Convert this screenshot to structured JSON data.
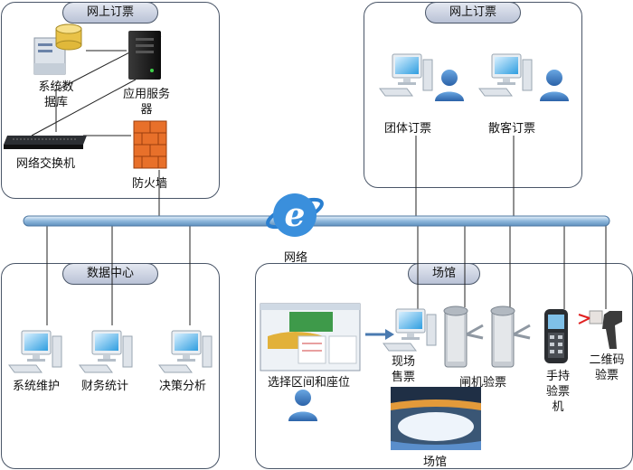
{
  "panels": {
    "online_left": {
      "title": "网上订票"
    },
    "online_right": {
      "title": "网上订票"
    },
    "data_center": {
      "title": "数据中心"
    },
    "venue": {
      "title": "场馆"
    }
  },
  "nodes": {
    "system_db": "系统数\n据库",
    "app_server": "应用服务\n器",
    "switch": "网络交换机",
    "firewall": "防火墙",
    "group_booking": "团体订票",
    "individual_booking": "散客订票",
    "network": "网络",
    "sys_maintenance": "系统维护",
    "finance_stats": "财务统计",
    "decision_analysis": "决策分析",
    "select_seat": "选择区间和座位",
    "onsite_sales": "现场\n售票",
    "gate_check": "闸机验票",
    "handheld_check": "手持\n验票\n机",
    "qr_check": "二维码\n验票",
    "venue_caption": "场馆"
  },
  "colors": {
    "panel_border": "#4a5668",
    "header_gradient_top": "#e4e8f1",
    "header_gradient_bottom": "#b9c2d6",
    "bus_blue": "#8fb8dc",
    "firewall_orange": "#e8702a",
    "user_blue": "#3f7fc4"
  }
}
